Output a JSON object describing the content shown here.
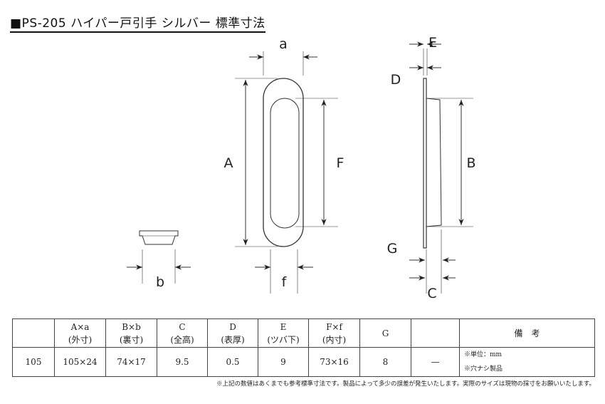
{
  "title": "■PS-205 ハイパー戸引手 シルバー 標準寸法",
  "labels": {
    "a": "a",
    "A": "A",
    "F": "F",
    "f": "f",
    "b": "b",
    "E": "E",
    "D": "D",
    "B": "B",
    "G": "G",
    "C": "C"
  },
  "table": {
    "headers": [
      [
        "",
        ""
      ],
      [
        "A×a",
        "(外寸)"
      ],
      [
        "B×b",
        "(裏寸)"
      ],
      [
        "C",
        "(全高)"
      ],
      [
        "D",
        "(表厚)"
      ],
      [
        "E",
        "(ツバ下)"
      ],
      [
        "F×f",
        "(内寸)"
      ],
      [
        "G",
        ""
      ],
      [
        "",
        ""
      ],
      [
        "備　考",
        ""
      ]
    ],
    "row": [
      "105",
      "105×24",
      "74×17",
      "9.5",
      "0.5",
      "9",
      "73×16",
      "8",
      "—"
    ],
    "notes": [
      "※単位：mm",
      "※穴ナシ製品"
    ]
  },
  "footnote": "※上記の数値はあくまでも参考標準寸法です。製品によって多少の誤差が発生いたします。実際のサイズは現物の採寸をお願いいたします。"
}
